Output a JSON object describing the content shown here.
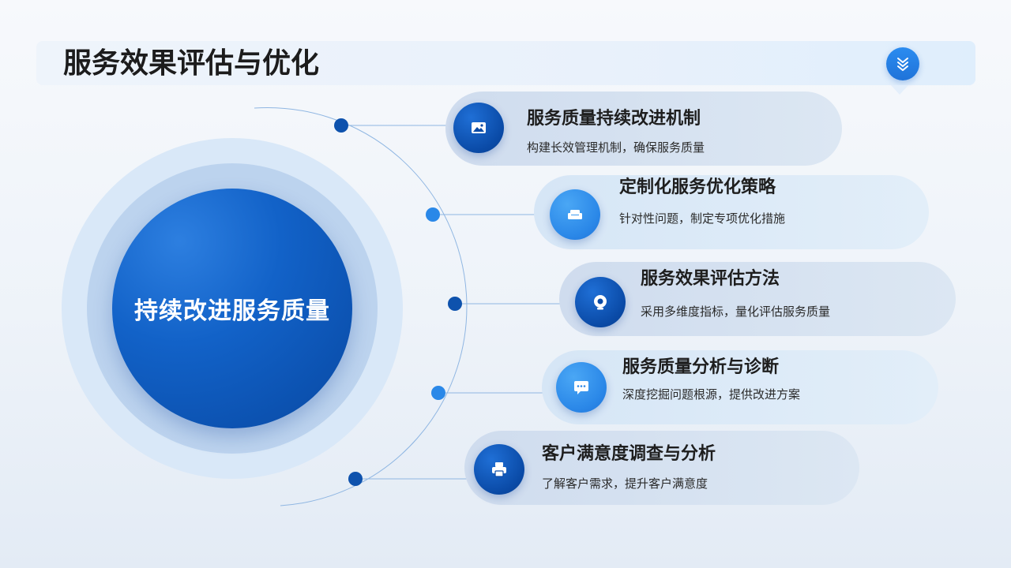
{
  "page": {
    "title": "服务效果评估与优化"
  },
  "hub": {
    "label": "持续改进服务质量"
  },
  "items": [
    {
      "title": "服务质量持续改进机制",
      "desc": "构建长效管理机制，确保服务质量",
      "icon": "image-icon"
    },
    {
      "title": "定制化服务优化策略",
      "desc": "针对性问题，制定专项优化措施",
      "icon": "sofa-icon"
    },
    {
      "title": "服务效果评估方法",
      "desc": "采用多维度指标，量化评估服务质量",
      "icon": "webcam-icon"
    },
    {
      "title": "服务质量分析与诊断",
      "desc": "深度挖掘问题根源，提供改进方案",
      "icon": "chat-bubble-icon"
    },
    {
      "title": "客户满意度调查与分析",
      "desc": "了解客户需求，提升客户满意度",
      "icon": "printer-icon"
    }
  ],
  "colors": {
    "accent": "#1f73d9",
    "core": "#0d55b3",
    "text": "#1e1e1e"
  }
}
